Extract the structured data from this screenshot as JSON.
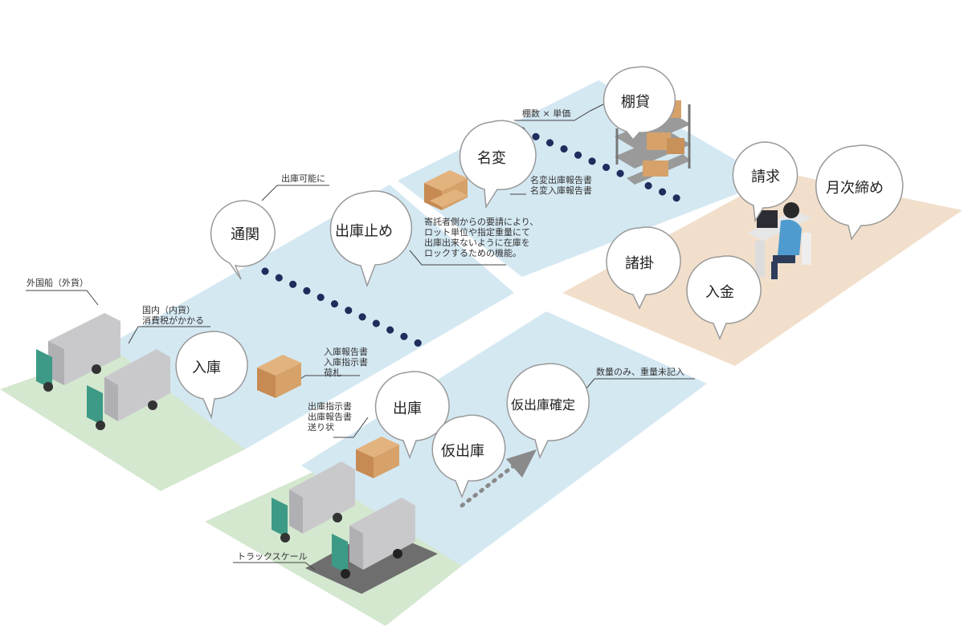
{
  "bubbles": {
    "tsukan": "通関",
    "shukko_tome": "出庫止め",
    "meihen": "名変",
    "tanagashi": "棚貸",
    "seikyu": "請求",
    "getsuji": "月次締め",
    "shokake": "諸掛",
    "nyukin": "入金",
    "nyuko": "入庫",
    "shukko": "出庫",
    "kari_shukko": "仮出庫",
    "kari_kakutei": "仮出庫確定"
  },
  "notes": {
    "shukko_kano": "出庫可能に",
    "tana_formula": "棚数 × 単価",
    "meihen_docs": "名変出庫報告書\n名変入庫報告書",
    "lock_desc": "寄託者側からの要請により、\nロット単位や指定重量にて\n出庫出来ないように在庫を\nロックするための機能。",
    "gaikokusen": "外国船（外貨）",
    "kokunai": "国内（内貨）\n消費税がかかる",
    "nyuko_docs": "入庫報告書\n入庫指示書\n荷札",
    "shukko_docs": "出庫指示書\n出庫報告書\n送り状",
    "kari_note": "数量のみ、重量未記入",
    "truck_scale": "トラックスケール"
  },
  "colors": {
    "warehouse_zone": "#d4e8f2",
    "office_zone": "#f1dfcb",
    "dock_zone": "#d4e7cf",
    "truck_cab": "#3c9a86",
    "box": "#d6a26a",
    "dotted_line": "#1f2c5c"
  }
}
